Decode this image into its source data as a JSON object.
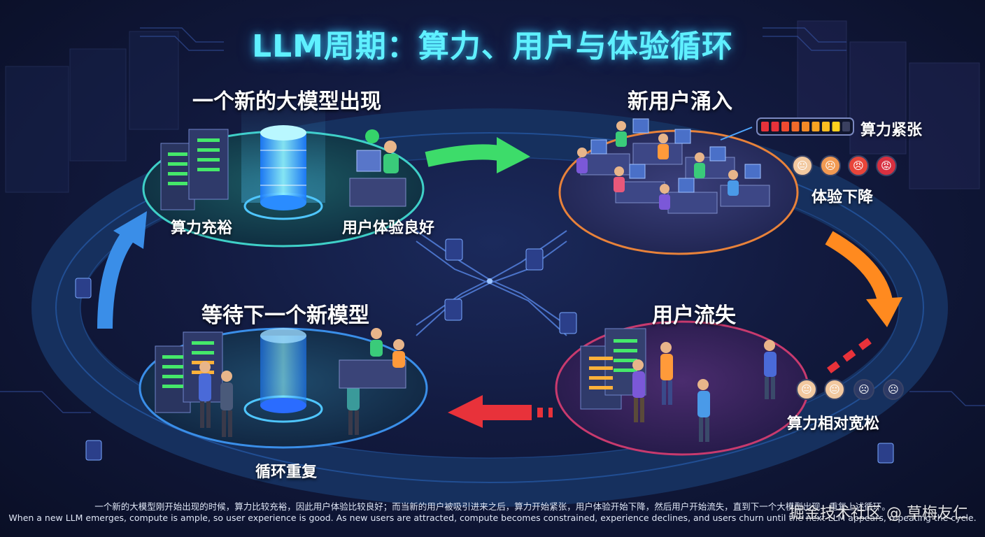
{
  "title": "LLM周期：算力、用户与体验循环",
  "stages": {
    "top_left": {
      "heading": "一个新的大模型出现",
      "compute_label": "算力充裕",
      "experience_label": "用户体验良好"
    },
    "top_right": {
      "heading": "新用户涌入",
      "compute_label": "算力紧张",
      "experience_label": "体验下降"
    },
    "bottom_right": {
      "heading": "用户流失",
      "compute_label": "算力相对宽松"
    },
    "bottom_left": {
      "heading": "等待下一个新模型",
      "cycle_label": "循环重复"
    }
  },
  "compute_meter": {
    "filled_segments": 8,
    "total_segments": 9
  },
  "footer": {
    "zh": "一个新的大模型刚开始出现的时候，算力比较充裕，因此用户体验比较良好；而当新的用户被吸引进来之后，算力开始紧张，用户体验开始下降，然后用户开始流失，直到下一个大模型出现，重复上述循环。",
    "en": "When a new LLM emerges, compute is ample, so user experience is good. As new users are attracted, compute becomes constrained, experience declines, and users churn until the next LLM appears, repeating the cycle."
  },
  "watermark": "掘金技术社区 @ 草梅友仁",
  "colors": {
    "title": "#5ff0ff",
    "arrow_green": "#3ddc6a",
    "arrow_orange": "#ff8a1f",
    "arrow_red": "#e8323a",
    "arrow_blue": "#3a8ee8",
    "ring": "#1f3a6e"
  }
}
